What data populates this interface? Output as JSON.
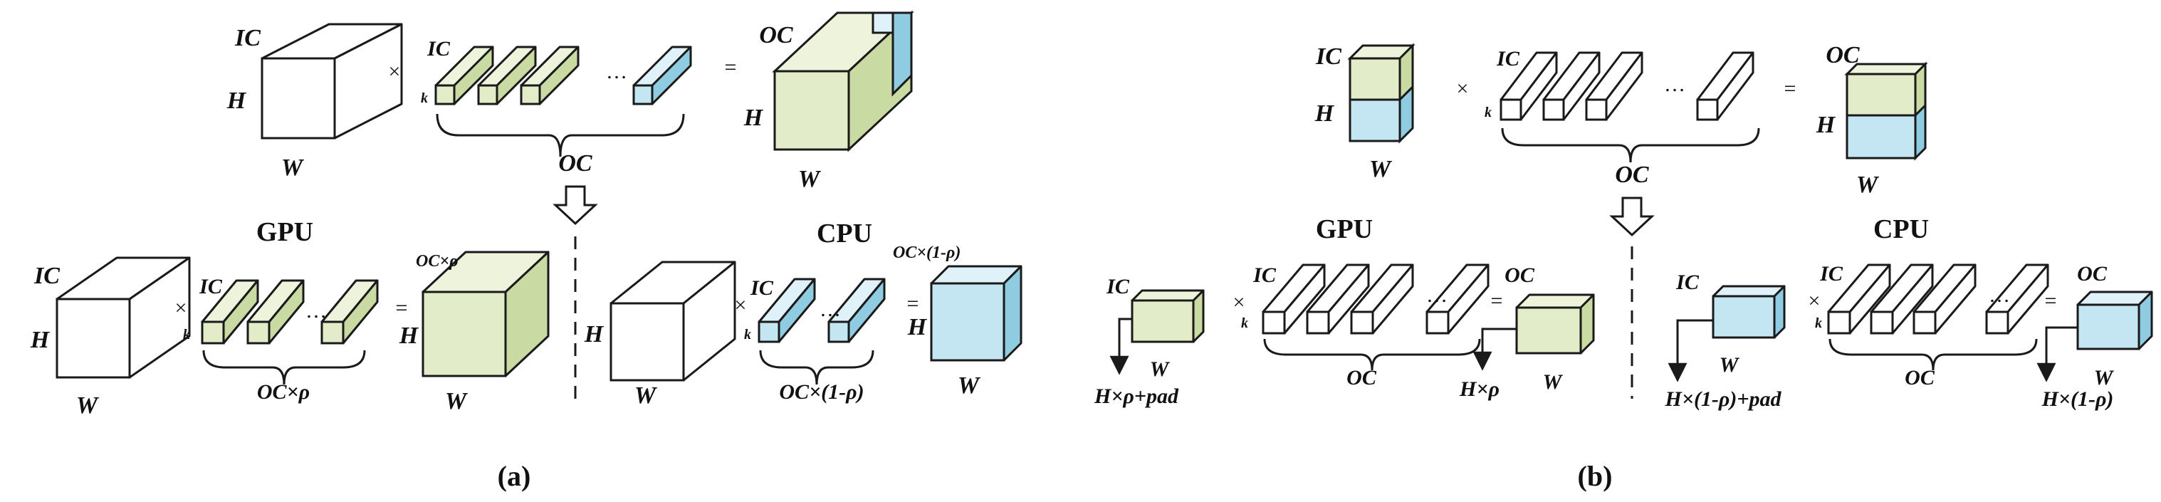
{
  "labels": {
    "ic": "IC",
    "oc": "OC",
    "h": "H",
    "w": "W",
    "k": "k",
    "times": "×",
    "equals": "=",
    "dots": "…",
    "gpu": "GPU",
    "cpu": "CPU",
    "oc_rho": "OC×ρ",
    "oc_one_minus_rho": "OC×(1-ρ)",
    "h_rho_pad": "H×ρ+pad",
    "h_rho": "H×ρ",
    "h_one_minus_rho_pad": "H×(1-ρ)+pad",
    "h_one_minus_rho": "H×(1-ρ)",
    "caption_a": "(a)",
    "caption_b": "(b)"
  },
  "colors": {
    "white": "#ffffff",
    "green": "#e2ecc9",
    "green_side": "#c9dba3",
    "green_top": "#eef4dc",
    "blue": "#c4e6f3",
    "blue_side": "#8fcbe1",
    "blue_top": "#dff2f9",
    "stroke": "#1a1a1a"
  }
}
